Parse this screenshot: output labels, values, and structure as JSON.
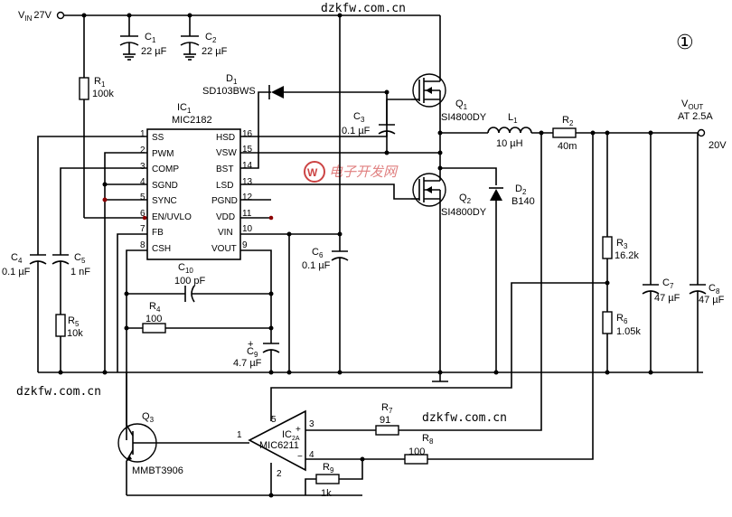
{
  "watermark": {
    "site_text": "dzkfw.com.cn",
    "logo_text": "电子开发网"
  },
  "figure_number": "①",
  "supply": {
    "vin_label": "V",
    "vin_sub": "IN",
    "vin_value": "27V"
  },
  "output": {
    "vout_label": "V",
    "vout_sub": "OUT",
    "vout_current": "AT 2.5A",
    "vout_voltage": "20V"
  },
  "ic1": {
    "ref": "IC",
    "ref_sub": "1",
    "part": "MIC2182",
    "left_pins": [
      {
        "num": "1",
        "name": "SS"
      },
      {
        "num": "2",
        "name": "PWM"
      },
      {
        "num": "3",
        "name": "COMP"
      },
      {
        "num": "4",
        "name": "SGND"
      },
      {
        "num": "5",
        "name": "SYNC"
      },
      {
        "num": "6",
        "name": "EN/UVLO"
      },
      {
        "num": "7",
        "name": "FB"
      },
      {
        "num": "8",
        "name": "CSH"
      }
    ],
    "right_pins": [
      {
        "num": "16",
        "name": "HSD"
      },
      {
        "num": "15",
        "name": "VSW"
      },
      {
        "num": "14",
        "name": "BST"
      },
      {
        "num": "13",
        "name": "LSD"
      },
      {
        "num": "12",
        "name": "PGND"
      },
      {
        "num": "11",
        "name": "VDD"
      },
      {
        "num": "10",
        "name": "VIN"
      },
      {
        "num": "9",
        "name": "VOUT"
      }
    ]
  },
  "ic2": {
    "ref": "IC",
    "ref_sub": "2A",
    "part": "MIC6211",
    "pin_out": "1",
    "pin_plus": "3",
    "pin_minus": "4",
    "pin_vcc": "5",
    "pin_gnd": "2"
  },
  "components": {
    "c1": {
      "ref": "C",
      "sub": "1",
      "value": "22 µF"
    },
    "c2": {
      "ref": "C",
      "sub": "2",
      "value": "22 µF"
    },
    "c3": {
      "ref": "C",
      "sub": "3",
      "value": "0.1 µF"
    },
    "c4": {
      "ref": "C",
      "sub": "4",
      "value": "0.1 µF"
    },
    "c5": {
      "ref": "C",
      "sub": "5",
      "value": "1 nF"
    },
    "c6": {
      "ref": "C",
      "sub": "6",
      "value": "0.1 µF"
    },
    "c7": {
      "ref": "C",
      "sub": "7",
      "value": "47 µF"
    },
    "c8": {
      "ref": "C",
      "sub": "8",
      "value": "47 µF"
    },
    "c9": {
      "ref": "C",
      "sub": "9",
      "value": "4.7 µF"
    },
    "c10": {
      "ref": "C",
      "sub": "10",
      "value": "100 pF"
    },
    "r1": {
      "ref": "R",
      "sub": "1",
      "value": "100k"
    },
    "r2": {
      "ref": "R",
      "sub": "2",
      "value": "40m"
    },
    "r3": {
      "ref": "R",
      "sub": "3",
      "value": "16.2k"
    },
    "r4": {
      "ref": "R",
      "sub": "4",
      "value": "100"
    },
    "r5": {
      "ref": "R",
      "sub": "5",
      "value": "10k"
    },
    "r6": {
      "ref": "R",
      "sub": "6",
      "value": "1.05k"
    },
    "r7": {
      "ref": "R",
      "sub": "7",
      "value": "91"
    },
    "r8": {
      "ref": "R",
      "sub": "8",
      "value": "100"
    },
    "r9": {
      "ref": "R",
      "sub": "9",
      "value": "1k"
    },
    "l1": {
      "ref": "L",
      "sub": "1",
      "value": "10 µH"
    },
    "d1": {
      "ref": "D",
      "sub": "1",
      "value": "SD103BWS"
    },
    "d2": {
      "ref": "D",
      "sub": "2",
      "value": "B140"
    },
    "q1": {
      "ref": "Q",
      "sub": "1",
      "value": "SI4800DY"
    },
    "q2": {
      "ref": "Q",
      "sub": "2",
      "value": "SI4800DY"
    },
    "q3": {
      "ref": "Q",
      "sub": "3",
      "value": "MMBT3906"
    }
  }
}
